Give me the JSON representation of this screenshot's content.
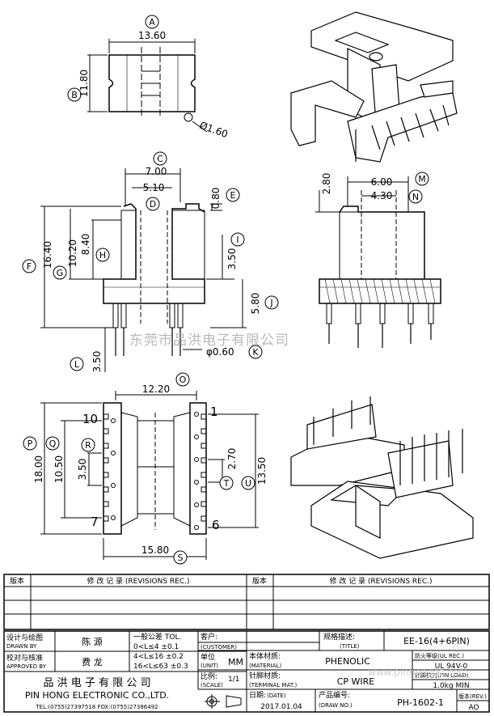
{
  "views": {
    "top": {
      "dims": {
        "width": "13.60",
        "height": "11.80",
        "hole": "Ø1.60"
      },
      "labels": {
        "A": "A",
        "B": "B"
      }
    },
    "front": {
      "dims": {
        "c": "7.00",
        "d": "5.10",
        "e": "0.80",
        "f": "16.40",
        "g": "10.20",
        "h": "8.40",
        "i": "3.50",
        "j": "5.80",
        "k": "φ0.60",
        "l": "3.50"
      },
      "labels": {
        "C": "C",
        "D": "D",
        "E": "E",
        "F": "F",
        "G": "G",
        "H": "H",
        "I": "I",
        "J": "J",
        "K": "K",
        "L": "L"
      }
    },
    "side": {
      "dims": {
        "m": "6.00",
        "n": "4.30",
        "top": "2.80"
      },
      "labels": {
        "M": "M",
        "N": "N"
      }
    },
    "bottom": {
      "dims": {
        "o": "12.20",
        "p": "18.00",
        "q": "10.50",
        "r": "3.50",
        "t": "2.70",
        "u": "13.50",
        "s": "15.80"
      },
      "labels": {
        "O": "O",
        "P": "P",
        "Q": "Q",
        "R": "R",
        "S": "S",
        "T": "T",
        "U": "U"
      },
      "pins": {
        "p10": "10",
        "p1": "1",
        "p7": "7",
        "p6": "6"
      }
    }
  },
  "watermark": "东莞市品洪电子有限公司",
  "revisions": {
    "col_ver": "版本",
    "col_rec": "修 改 记 录  (REVISIONS REC.)"
  },
  "title_block": {
    "designer_label": "设计与绘图",
    "designer_en": "DRAWN BY",
    "designer": "陈 源",
    "approver_label": "校对与核准",
    "approver_en": "APPROVED BY",
    "approver": "费 龙",
    "tol_label": "一般公差 TOL.",
    "tol1": "0<L≤4  ±0.1",
    "tol2": "4<L≤16 ±0.2",
    "tol3": "16<L≤63 ±0.3",
    "customer_label": "客户:",
    "customer_en": "(CUSTOMER)",
    "unit_label": "单位",
    "unit_en": "(UNIT)",
    "unit": "MM",
    "material_label": "本体材质:",
    "material_en": "(MATERIAL)",
    "material": "PHENOLIC",
    "scale_label": "比例:",
    "scale_en": "(SCALE)",
    "scale": "1/1",
    "terminal_label": "针脚材质:",
    "terminal_en": "(TERMINAL MAT.)",
    "terminal": "CP WIRE",
    "date_label": "日期:",
    "date_en": "(DATE)",
    "date": "2017.01.04",
    "drawno_label": "产品编号:",
    "drawno_en": "(DRAW NO.)",
    "drawno": "PH-1602-1",
    "title_label": "规格描述:",
    "title_en": "(TITLE)",
    "title": "EE-16(4+6PIN)",
    "flame_label": "防火等级(UL REC.)",
    "flame": "UL 94V-0",
    "pull_label": "针脚拉力(PIN LOAD)",
    "pull": "1.0kg MIN",
    "rev_label": "版本(REV.)",
    "rev": "AO",
    "company_cn": "品 洪 电 子 有 限 公 司",
    "company_en": "PIN HONG ELECTRONIC CO.,LTD.",
    "tel": "TEL:(0755)27397518   FOX:(0755)27386492",
    "website": "www.pinhongdz.com"
  }
}
